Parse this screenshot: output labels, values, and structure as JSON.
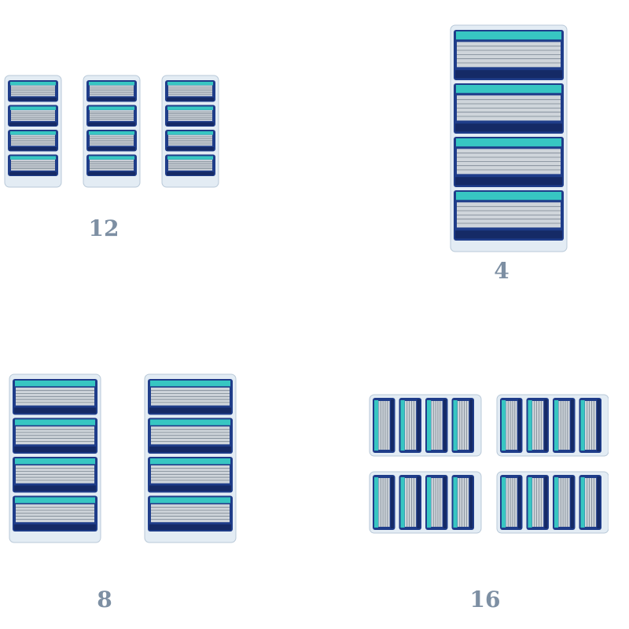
{
  "colors": {
    "tray": "#e3ecf4",
    "tray_edge": "#b9c9d8",
    "navy": "#1f3d8a",
    "navy_dark": "#152a66",
    "teal": "#37c6c2",
    "blade": "#cfd5db",
    "caption": "#7d8fa3"
  },
  "packs": [
    {
      "label": "12",
      "cartridges": 12
    },
    {
      "label": "4",
      "cartridges": 4
    },
    {
      "label": "8",
      "cartridges": 8
    },
    {
      "label": "16",
      "cartridges": 16
    }
  ]
}
